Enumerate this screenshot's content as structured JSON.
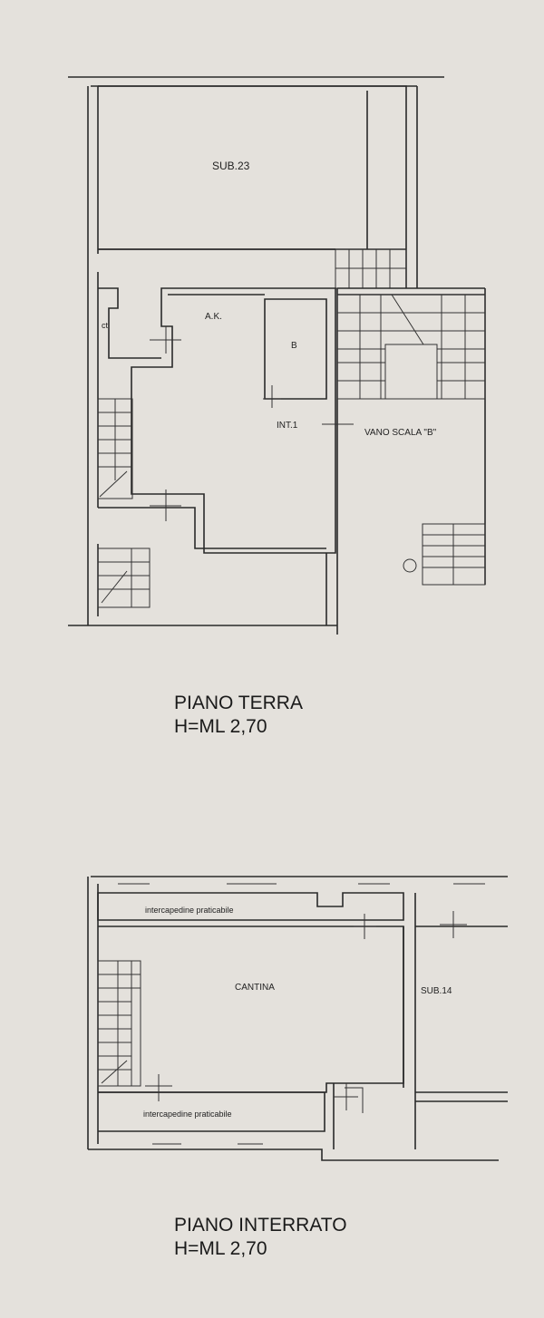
{
  "ground_floor": {
    "labels": {
      "sub23": "SUB.23",
      "ak": "A.K.",
      "b": "B",
      "int1": "INT.1",
      "vano_scala": "VANO SCALA \"B\"",
      "ct": "ct"
    },
    "title": "PIANO TERRA",
    "height": "H=ML 2,70"
  },
  "basement": {
    "labels": {
      "intercapedine_top": "intercapedine praticabile",
      "cantina": "CANTINA",
      "sub14": "SUB.14",
      "intercapedine_bottom": "intercapedine praticabile"
    },
    "title": "PIANO INTERRATO",
    "height": "H=ML 2,70"
  },
  "colors": {
    "paper": "#e4e1dc",
    "ink": "#2a2a2a"
  }
}
